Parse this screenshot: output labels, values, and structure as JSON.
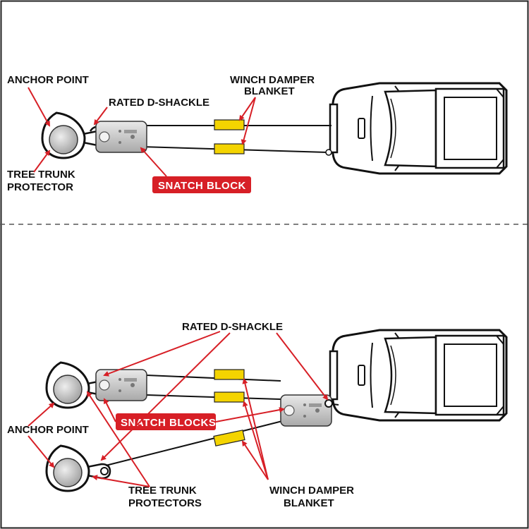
{
  "colors": {
    "accent_red": "#d71f26",
    "damper_yellow": "#f4d400",
    "line": "#111111",
    "frame": "#222222"
  },
  "panel_top": {
    "labels": {
      "anchor_point": "ANCHOR POINT",
      "rated_d_shackle": "RATED D-SHACKLE",
      "winch_damper_line1": "WINCH DAMPER",
      "winch_damper_line2": "BLANKET",
      "tree_trunk_line1": "TREE TRUNK",
      "tree_trunk_line2": "PROTECTOR",
      "snatch_block": "SNATCH BLOCK"
    }
  },
  "panel_bottom": {
    "labels": {
      "rated_d_shackle": "RATED D-SHACKLE",
      "snatch_blocks": "SNATCH BLOCKS",
      "anchor_point": "ANCHOR POINT",
      "tree_trunk_line1": "TREE TRUNK",
      "tree_trunk_line2": "PROTECTORS",
      "winch_damper_line1": "WINCH DAMPER",
      "winch_damper_line2": "BLANKET"
    }
  }
}
